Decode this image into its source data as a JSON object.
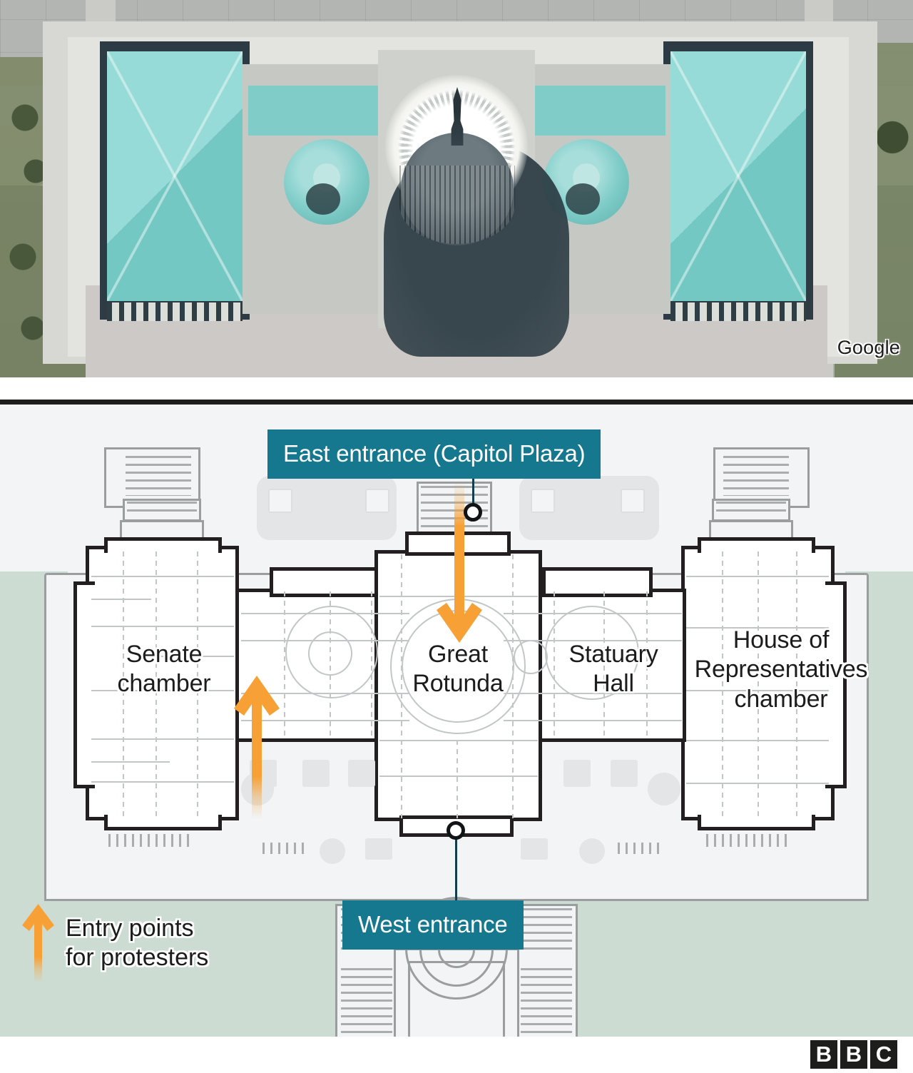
{
  "satellite": {
    "credit": "Google",
    "subject": "US Capitol building aerial view"
  },
  "plan": {
    "callouts": [
      {
        "id": "east",
        "label": "East entrance (Capitol Plaza)"
      },
      {
        "id": "west",
        "label": "West entrance"
      }
    ],
    "rooms": [
      {
        "id": "senate",
        "label": "Senate\nchamber"
      },
      {
        "id": "rotunda",
        "label": "Great\nRotunda"
      },
      {
        "id": "statuary",
        "label": "Statuary\nHall"
      },
      {
        "id": "house",
        "label": "House of\nRepresentatives\nchamber"
      }
    ],
    "legend": {
      "label": "Entry points\nfor protesters",
      "arrow_icon": "arrow-up-icon"
    },
    "colors": {
      "callout_teal": "#16788f",
      "arrow_orange": "#f7a035",
      "grounds_green": "#ccdcd2",
      "map_background": "#f2f4f5",
      "building_fill": "#ffffff",
      "building_outline": "#231f20",
      "interior_wall": "#c3c6c7"
    }
  },
  "footer": {
    "logo_letters": [
      "B",
      "B",
      "C"
    ]
  }
}
